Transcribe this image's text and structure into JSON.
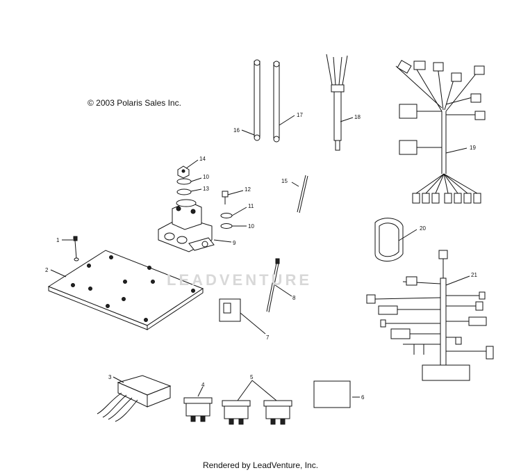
{
  "copyright": "© 2003 Polaris Sales Inc.",
  "footer": "Rendered by LeadVenture, Inc.",
  "watermark": "LEADVENTURE",
  "callouts": {
    "c1": "1",
    "c2": "2",
    "c3": "3",
    "c4": "4",
    "c5": "5",
    "c6": "6",
    "c7": "7",
    "c8": "8",
    "c9": "9",
    "c10a": "10",
    "c10b": "10",
    "c11": "11",
    "c12": "12",
    "c13": "13",
    "c14": "14",
    "c15": "15",
    "c16": "16",
    "c17": "17",
    "c18": "18",
    "c19": "19",
    "c20": "20",
    "c21": "21"
  }
}
